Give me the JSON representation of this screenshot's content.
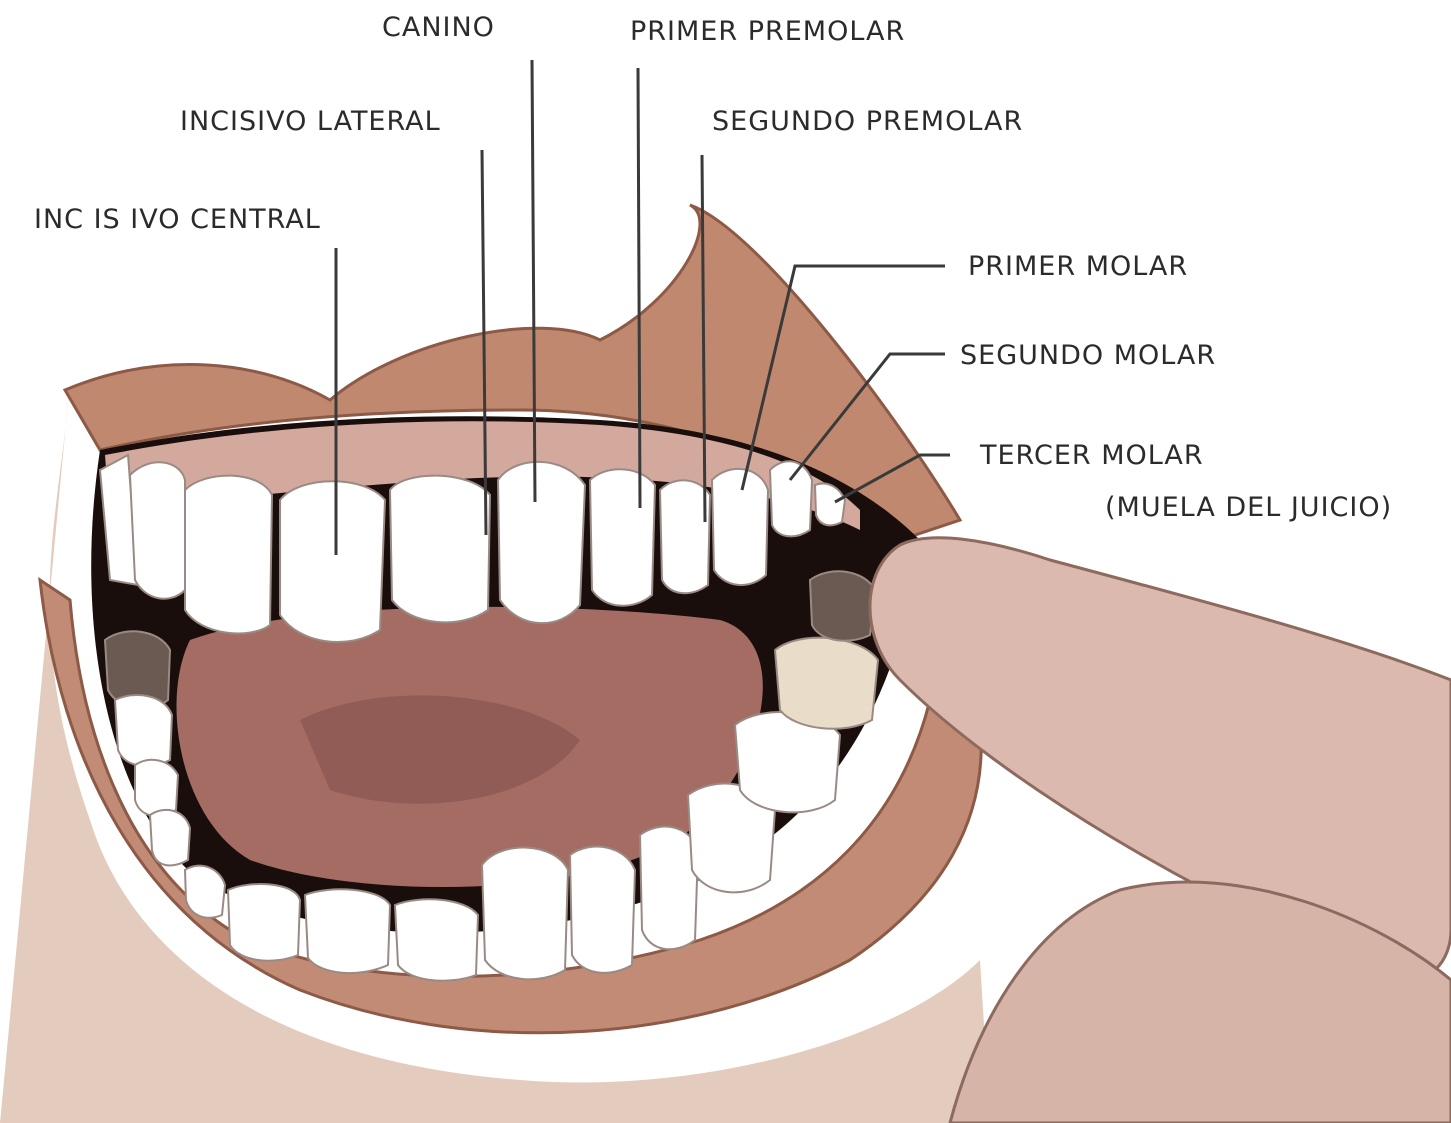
{
  "labels": {
    "incisivo_central": "INC IS IVO CENTRAL",
    "incisivo_lateral": "INCISIVO LATERAL",
    "canino": "CANINO",
    "primer_premolar": "PRIMER PREMOLAR",
    "segundo_premolar": "SEGUNDO PREMOLAR",
    "primer_molar": "PRIMER MOLAR",
    "segundo_molar": "SEGUNDO MOLAR",
    "tercer_molar": "TERCER MOLAR",
    "tercer_molar_note": "(MUELA DEL JUICIO)"
  },
  "colors": {
    "skin": "#c8a089",
    "lip": "#b5806b",
    "gum": "#cf9e92",
    "tongue": "#a76e66",
    "mouth_dark": "#1a0e0c",
    "tooth": "#ffffff",
    "leader": "#3a3a3a"
  }
}
